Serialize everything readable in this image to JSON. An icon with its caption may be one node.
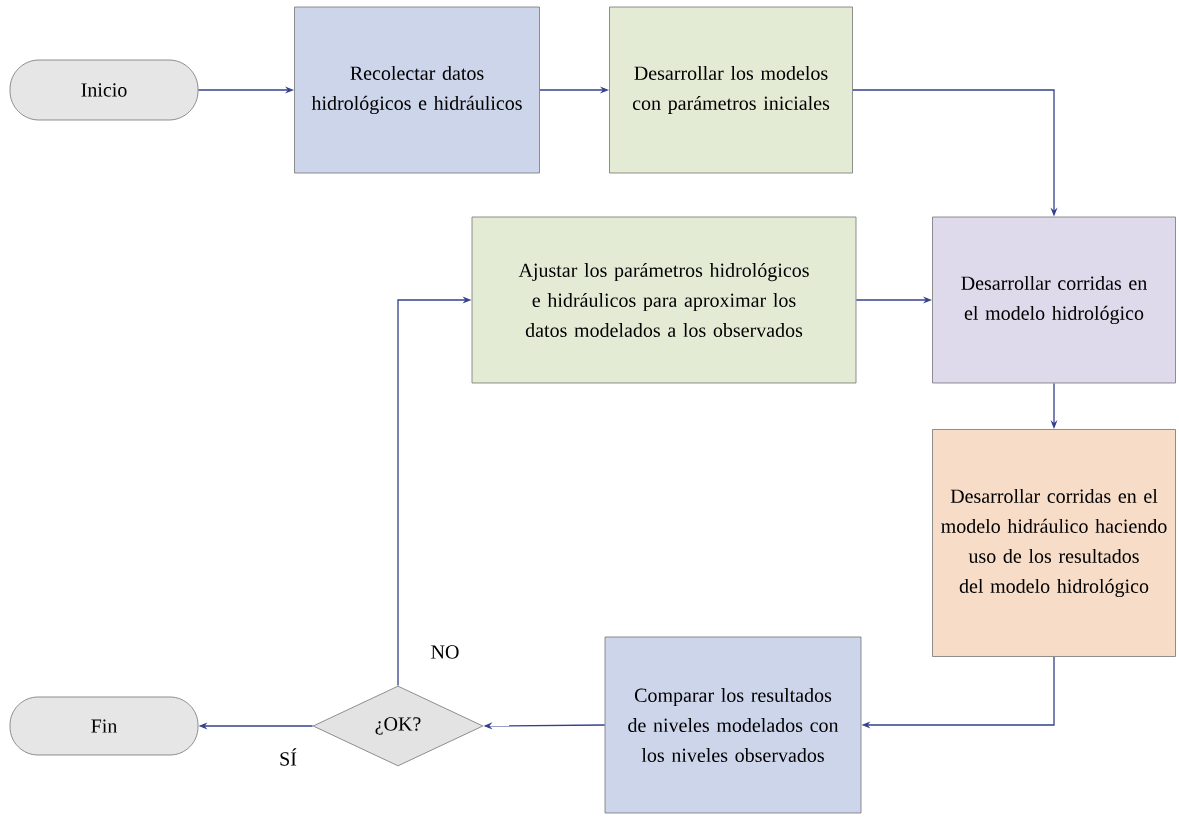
{
  "diagram": {
    "nodes": [
      {
        "text": [
          "Inicio"
        ]
      },
      {
        "text": [
          "Recolectar datos hidrológicos e hidráulicos"
        ]
      },
      {
        "text": [
          "Desarrollar los modelos con parámetros iniciales"
        ]
      },
      {
        "text": [
          "Ajustar los parámetros hidrológicos e hidráulicos para aproximar los datos modelados a los observados"
        ]
      },
      {
        "text": [
          "Desarrollar corridas en el modelo hidrológico"
        ]
      },
      {
        "text": [
          "Desarrollar corridas en el modelo hidráulico haciendo uso de los resultados del modelo hidrológico"
        ]
      },
      {
        "text": [
          "Comparar los resultados de niveles modelados con los niveles observados"
        ]
      },
      {
        "text": [
          "¿OK?"
        ]
      },
      {
        "text": [
          "Fin"
        ]
      }
    ],
    "edges": [
      {
        "from": 0,
        "to": 1,
        "arrow": "to"
      },
      {
        "from": 1,
        "to": 2,
        "arrow": "to"
      },
      {
        "from": 2,
        "to": 4,
        "arrow": "to"
      },
      {
        "from": 3,
        "to": 4,
        "arrow": "to"
      },
      {
        "from": 4,
        "to": 5,
        "arrow": "to"
      },
      {
        "from": 5,
        "to": 6,
        "arrow": "to"
      },
      {
        "from": 6,
        "to": 7,
        "arrow": "to"
      },
      {
        "from": 7,
        "to": 3,
        "arrow": "to",
        "label": "NO"
      },
      {
        "from": 7,
        "to": 8,
        "arrow": "to",
        "label": "SÍ"
      }
    ]
  }
}
